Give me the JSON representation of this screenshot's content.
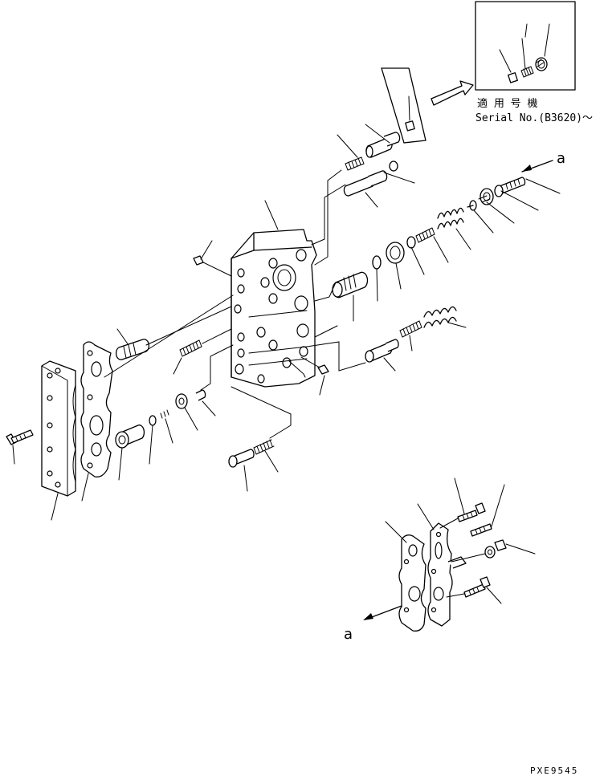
{
  "inset": {
    "label_jp": "適 用 号 機",
    "serial": "Serial No.(B3620)〜"
  },
  "view_marker_top": "a",
  "view_marker_bottom": "a",
  "drawing_code": "PXE9545"
}
